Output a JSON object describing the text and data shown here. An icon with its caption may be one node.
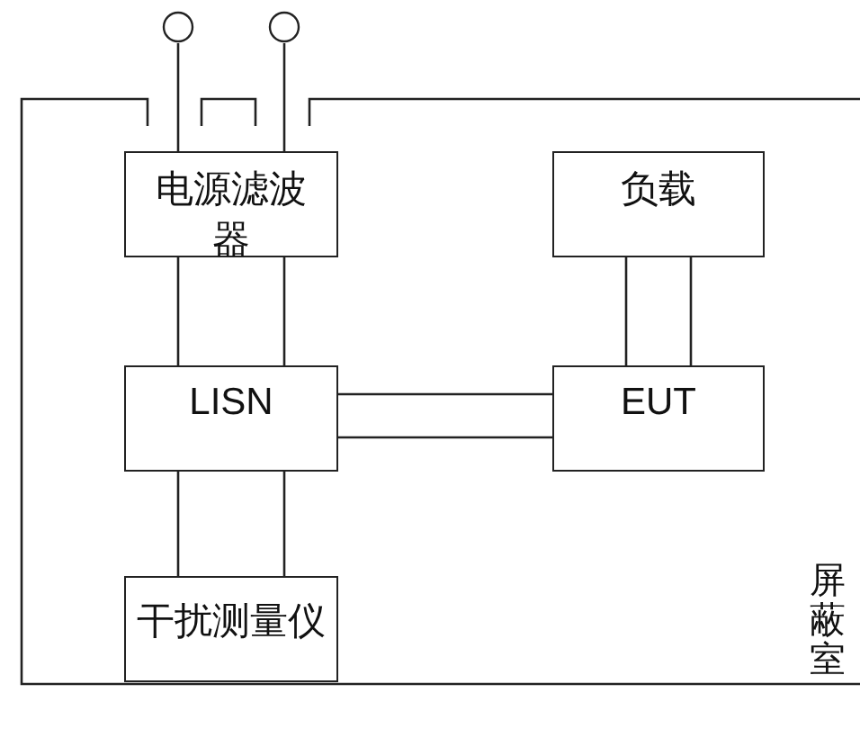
{
  "diagram": {
    "nodes": [
      {
        "text": [
          "屏蔽室"
        ]
      },
      {
        "text": [],
        "shape": "circle"
      },
      {
        "text": [],
        "shape": "circle"
      },
      {
        "text": [
          "电源滤波器"
        ],
        "in": 0
      },
      {
        "text": [
          "负载"
        ],
        "in": 0
      },
      {
        "text": [
          "LISN"
        ],
        "in": 0
      },
      {
        "text": [
          "EUT"
        ],
        "in": 0
      },
      {
        "text": [
          "干扰测量仪"
        ],
        "in": 0
      }
    ],
    "edges": [
      {
        "from": 1,
        "to": 3,
        "arrow": "none"
      },
      {
        "from": 2,
        "to": 3,
        "arrow": "none"
      },
      {
        "from": 3,
        "to": 5,
        "arrow": "none"
      },
      {
        "from": 3,
        "to": 5,
        "arrow": "none"
      },
      {
        "from": 5,
        "to": 6,
        "arrow": "none"
      },
      {
        "from": 5,
        "to": 6,
        "arrow": "none"
      },
      {
        "from": 4,
        "to": 6,
        "arrow": "none"
      },
      {
        "from": 4,
        "to": 6,
        "arrow": "none"
      },
      {
        "from": 5,
        "to": 7,
        "arrow": "none"
      },
      {
        "from": 5,
        "to": 7,
        "arrow": "none"
      }
    ]
  }
}
